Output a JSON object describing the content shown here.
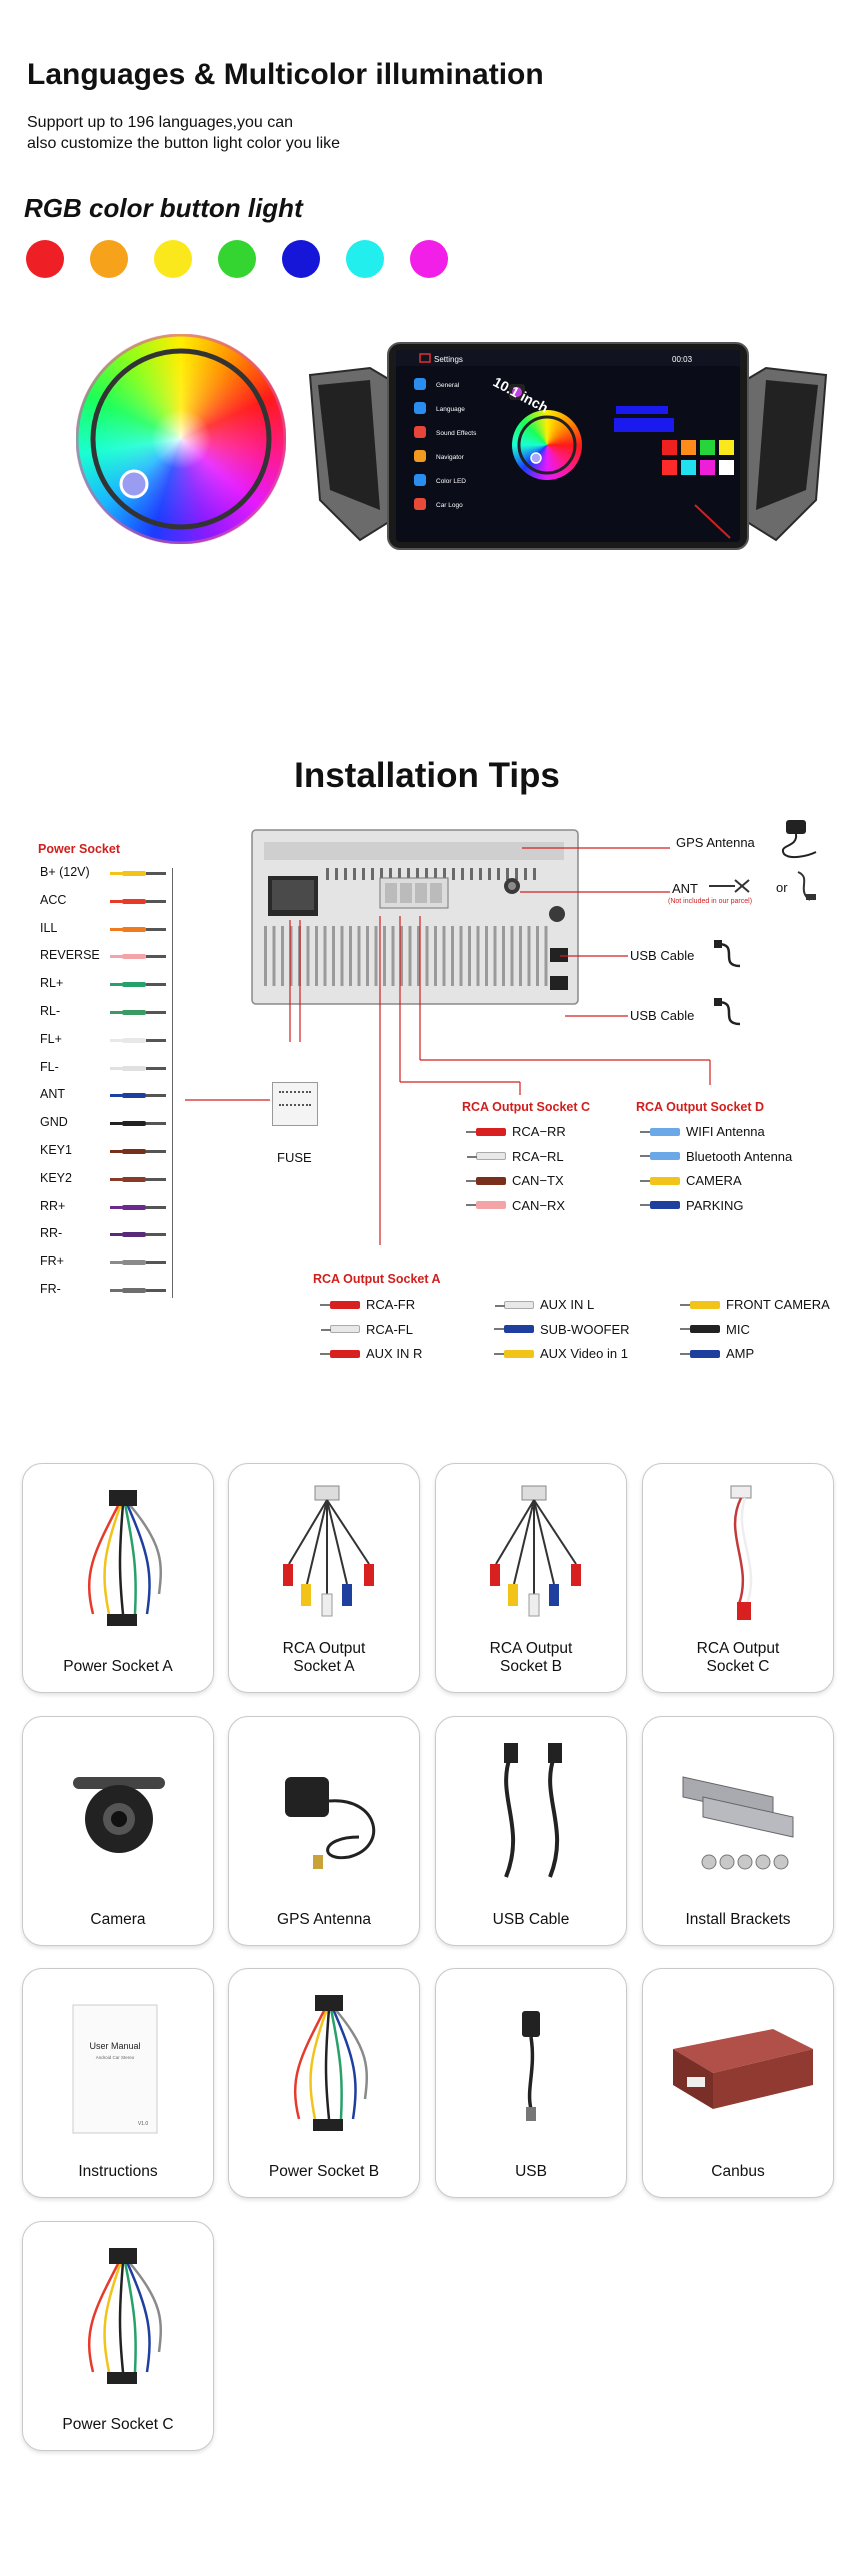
{
  "section1": {
    "title": "Languages & Multicolor illumination",
    "subtitle_line1": "Support up to 196 languages,you can",
    "subtitle_line2": "also customize the button light color you like",
    "rgb_title": "RGB color button light",
    "swatches": [
      "#ee1f25",
      "#f6a31b",
      "#fbe81c",
      "#34d531",
      "#1516d8",
      "#22eeee",
      "#f21fe8"
    ]
  },
  "screen": {
    "settings_label": "Settings",
    "time": "00:03",
    "size_label": "10.1 inch",
    "menu": [
      "General",
      "Language",
      "Sound Effects",
      "Navigator",
      "Color LED",
      "Car Logo"
    ],
    "tiles": [
      "#ee2020",
      "#ff8c1a",
      "#25d53a",
      "#fbe81c",
      "#ff2b2b",
      "#22e0ee",
      "#ee1fd8",
      "#ffffff"
    ]
  },
  "install": {
    "title": "Installation Tips",
    "power_socket_title": "Power Socket",
    "power_rows": [
      {
        "label": "B+ (12V)",
        "color": "#f2c318"
      },
      {
        "label": "ACC",
        "color": "#e63b2a"
      },
      {
        "label": "ILL",
        "color": "#f07a1e"
      },
      {
        "label": "REVERSE",
        "color": "#f4a3a6"
      },
      {
        "label": "RL+",
        "color": "#28a06a"
      },
      {
        "label": "RL-",
        "color": "#3a9a62"
      },
      {
        "label": "FL+",
        "color": "#e8e8e8"
      },
      {
        "label": "FL-",
        "color": "#e0e0e0"
      },
      {
        "label": "ANT",
        "color": "#1f3f9e"
      },
      {
        "label": "GND",
        "color": "#222222"
      },
      {
        "label": "KEY1",
        "color": "#7a2e1c"
      },
      {
        "label": "KEY2",
        "color": "#8a3a28"
      },
      {
        "label": "RR+",
        "color": "#6a2a8e"
      },
      {
        "label": "RR-",
        "color": "#5a2a7a"
      },
      {
        "label": "FR+",
        "color": "#8a8a8a"
      },
      {
        "label": "FR-",
        "color": "#6e6e6e"
      }
    ],
    "fuse_label": "FUSE",
    "gps_label": "GPS Antenna",
    "ant_label": "ANT",
    "ant_note": "(Not included in our parcel)",
    "or_label": "or",
    "usb_cable_1": "USB  Cable",
    "usb_cable_2": "USB Cable",
    "rca_c": {
      "title": "RCA Output Socket C",
      "items": [
        {
          "label": "RCA−RR",
          "color": "#d82020"
        },
        {
          "label": "RCA−RL",
          "color": "#e8e8e8"
        },
        {
          "label": "CAN−TX",
          "color": "#7a2e1c"
        },
        {
          "label": "CAN−RX",
          "color": "#f4a3a6"
        }
      ]
    },
    "rca_d": {
      "title": "RCA Output Socket D",
      "items": [
        {
          "label": "WIFI Antenna",
          "color": "#6aa8e8"
        },
        {
          "label": "Bluetooth Antenna",
          "color": "#6aa8e8"
        },
        {
          "label": "CAMERA",
          "color": "#f2c318"
        },
        {
          "label": "PARKING",
          "color": "#1f3f9e"
        }
      ]
    },
    "rca_a": {
      "title": "RCA Output Socket A",
      "col1": [
        {
          "label": "RCA-FR",
          "color": "#d82020"
        },
        {
          "label": "RCA-FL",
          "color": "#e8e8e8"
        },
        {
          "label": "AUX IN R",
          "color": "#d82020"
        }
      ],
      "col2": [
        {
          "label": "AUX IN L",
          "color": "#e8e8e8"
        },
        {
          "label": "SUB-WOOFER",
          "color": "#1f3f9e"
        },
        {
          "label": "AUX Video in 1",
          "color": "#f2c318"
        }
      ],
      "col3": [
        {
          "label": "FRONT CAMERA",
          "color": "#f2c318"
        },
        {
          "label": "MIC",
          "color": "#222222"
        },
        {
          "label": "AMP",
          "color": "#1f3f9e"
        }
      ]
    }
  },
  "accessories": [
    {
      "name": "Power Socket A",
      "icon": "harness-icon"
    },
    {
      "name": "RCA Output\nSocket A",
      "icon": "rca-cable-icon"
    },
    {
      "name": "RCA Output\nSocket B",
      "icon": "rca-cable-icon"
    },
    {
      "name": "RCA Output\nSocket C",
      "icon": "cable-icon"
    },
    {
      "name": "Camera",
      "icon": "camera-icon"
    },
    {
      "name": "GPS Antenna",
      "icon": "gps-antenna-icon"
    },
    {
      "name": "USB Cable",
      "icon": "usb-cable-icon"
    },
    {
      "name": "Install Brackets",
      "icon": "bracket-icon"
    },
    {
      "name": "Instructions",
      "icon": "manual-icon",
      "manual_title": "User Manual",
      "manual_sub": "Android Car Stereo",
      "manual_ver": "V1.0"
    },
    {
      "name": "Power Socket B",
      "icon": "harness-icon"
    },
    {
      "name": "USB",
      "icon": "usb-icon"
    },
    {
      "name": "Canbus",
      "icon": "canbus-box-icon"
    },
    {
      "name": "Power Socket C",
      "icon": "harness-icon"
    }
  ]
}
